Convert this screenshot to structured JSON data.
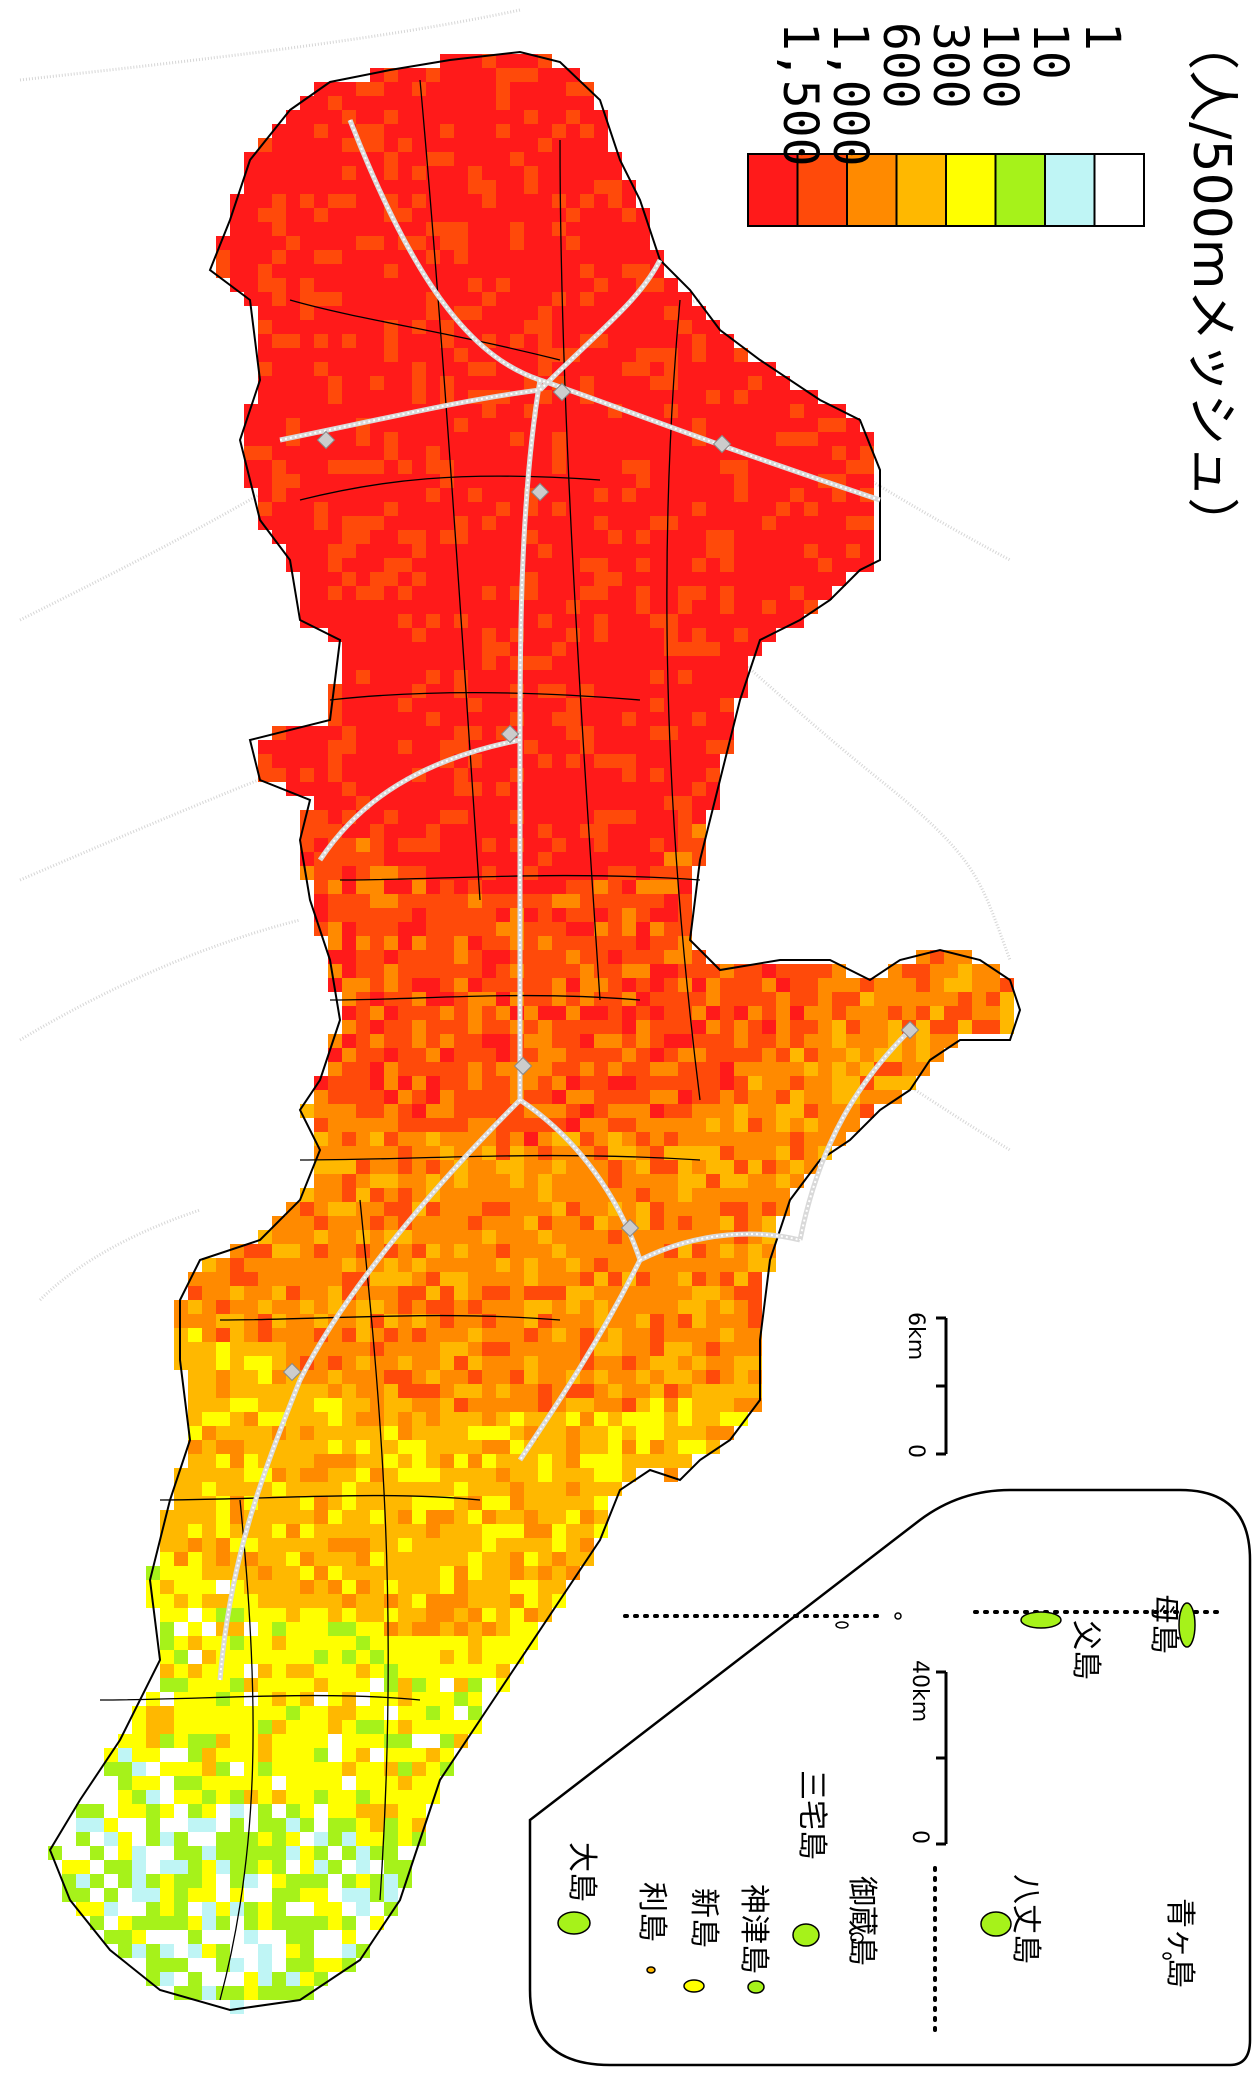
{
  "legend": {
    "bins": [
      {
        "label": "1,500",
        "color": "#ff1a1a"
      },
      {
        "label": "1,000",
        "color": "#ff4a0a"
      },
      {
        "label": "600",
        "color": "#ff8a00"
      },
      {
        "label": "300",
        "color": "#ffb800"
      },
      {
        "label": "100",
        "color": "#ffff00"
      },
      {
        "label": "10",
        "color": "#a6f21a"
      },
      {
        "label": "1",
        "color": "#bff5f5"
      },
      {
        "label": "",
        "color": "#ffffff"
      }
    ],
    "unit": "（人/500mメッシュ）"
  },
  "scale_bars": {
    "main": {
      "zero": "0",
      "max": "6km"
    },
    "inset": {
      "zero": "0",
      "max": "40km"
    }
  },
  "islands": [
    {
      "name": "大島"
    },
    {
      "name": "利島"
    },
    {
      "name": "新島"
    },
    {
      "name": "神津島"
    },
    {
      "name": "三宅島"
    },
    {
      "name": "御蔵島"
    },
    {
      "name": "八丈島"
    },
    {
      "name": "青ヶ島"
    },
    {
      "name": "父島"
    },
    {
      "name": "母島"
    }
  ]
}
